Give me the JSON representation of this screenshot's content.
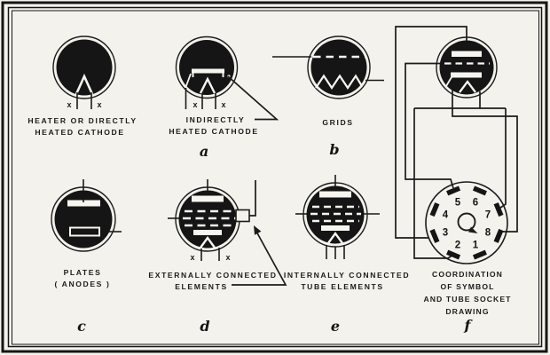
{
  "figure": {
    "type": "vacuum-tube-symbol-chart",
    "panels": {
      "a1": {
        "label_lines": [
          "HEATER OR DIRECTLY",
          "HEATED CATHODE"
        ],
        "x_marks": [
          "x",
          "x"
        ]
      },
      "a2": {
        "label_lines": [
          "INDIRECTLY",
          "HEATED CATHODE"
        ],
        "x_marks": [
          "x",
          "x"
        ]
      },
      "b": {
        "label_lines": [
          "GRIDS"
        ]
      },
      "c": {
        "label_lines": [
          "PLATES",
          "( ANODES )"
        ]
      },
      "d": {
        "label_lines": [
          "EXTERNALLY CONNECTED",
          "ELEMENTS"
        ],
        "x_marks": [
          "x",
          "x"
        ]
      },
      "e": {
        "label_lines": [
          "INTERNALLY CONNECTED",
          "TUBE ELEMENTS"
        ]
      },
      "f": {
        "label_lines": [
          "COORDINATION",
          "OF SYMBOL",
          "AND TUBE SOCKET",
          "DRAWING"
        ]
      }
    },
    "letters": {
      "a": "a",
      "b": "b",
      "c": "c",
      "d": "d",
      "e": "e",
      "f": "f"
    },
    "socket": {
      "pins": [
        "1",
        "2",
        "3",
        "4",
        "5",
        "6",
        "7",
        "8"
      ]
    },
    "colors": {
      "ink": "#1b1b1b",
      "paper": "#f3f2ec"
    }
  }
}
